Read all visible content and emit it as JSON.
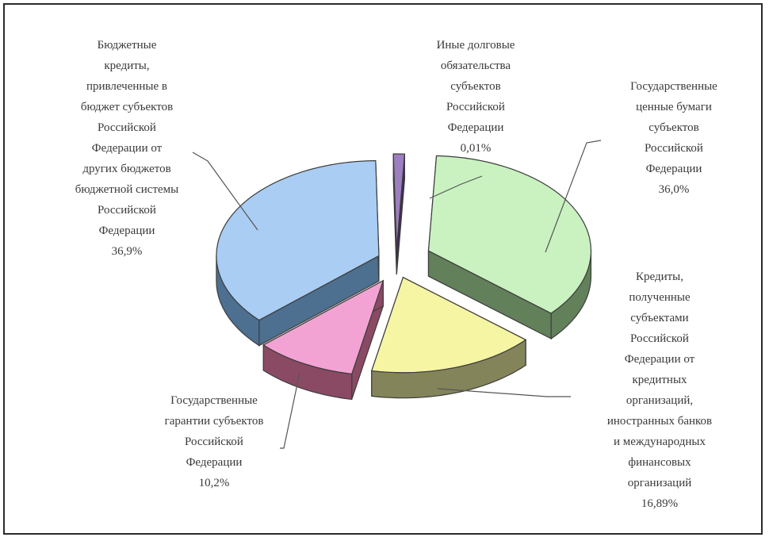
{
  "chart_data": {
    "type": "pie",
    "three_d": true,
    "exploded": true,
    "slices": [
      {
        "label": "Бюджетные\nкредиты,\nпривлеченные в\nбюджет субъектов\nРоссийской\nФедерации от\nдругих бюджетов\nбюджетной системы\nРоссийской\nФедерации\n36,9%",
        "value": 36.9,
        "color": "#a9cdf3",
        "side_color": "#4d6f90"
      },
      {
        "label": "Иные долговые\nобязательства\nсубъектов\nРоссийской\nФедерации\n0,01%",
        "value": 0.01,
        "color": "#9d7ec0",
        "side_color": "#3f2a58"
      },
      {
        "label": "Государственные\nценные бумаги\nсубъектов\nРоссийской\nФедерации\n36,0%",
        "value": 36.0,
        "color": "#c9f2c0",
        "side_color": "#62805a"
      },
      {
        "label": "Кредиты,\nполученные\nсубъектами\nРоссийской\nФедерации от\nкредитных\nорганизаций,\nиностранных банков\nи международных\nфинансовых\nорганизаций\n16,89%",
        "value": 16.89,
        "color": "#f5f5a3",
        "side_color": "#84845a"
      },
      {
        "label": "Государственные\nгарантии субъектов\nРоссийской\nФедерации\n10,2%",
        "value": 10.2,
        "color": "#f3a3d3",
        "side_color": "#8a4a63"
      }
    ]
  }
}
